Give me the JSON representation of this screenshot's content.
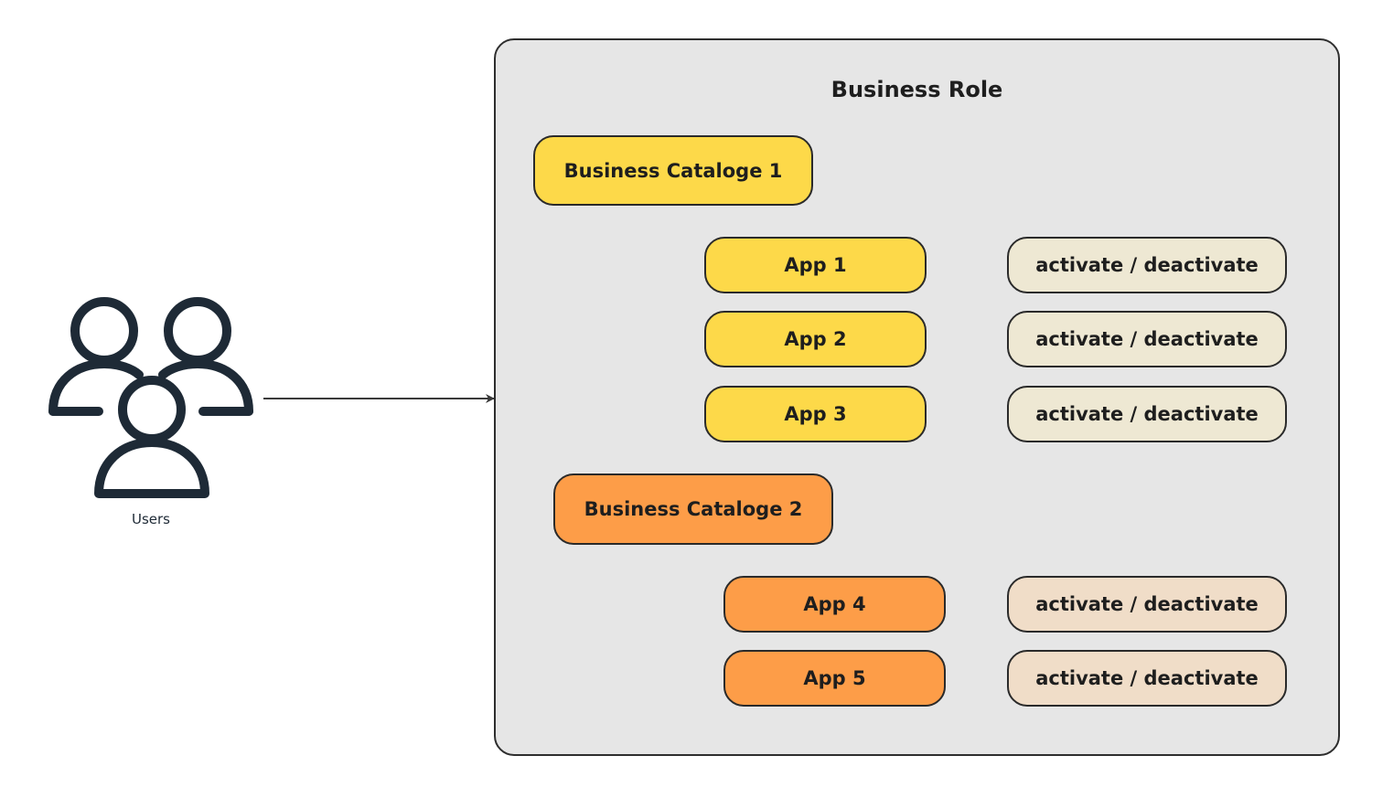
{
  "users": {
    "label": "Users",
    "icon": "users-group-icon"
  },
  "business_role": {
    "title": "Business Role"
  },
  "catalogs": [
    {
      "label": "Business Cataloge 1",
      "color": "#fdd949",
      "apps": [
        {
          "label": "App 1",
          "action": "activate / deactivate"
        },
        {
          "label": "App 2",
          "action": "activate / deactivate"
        },
        {
          "label": "App 3",
          "action": "activate / deactivate"
        }
      ]
    },
    {
      "label": "Business Cataloge 2",
      "color": "#fd9d48",
      "apps": [
        {
          "label": "App 4",
          "action": "activate / deactivate"
        },
        {
          "label": "App 5",
          "action": "activate / deactivate"
        }
      ]
    }
  ],
  "colors": {
    "catalog_1": "#fdd949",
    "catalog_2": "#fd9d48",
    "action_1": "#eee8d3",
    "action_2": "#f0ddc8",
    "role_background": "#e6e6e6",
    "stroke": "#2a2a2a",
    "icon": "#1e2a36"
  }
}
